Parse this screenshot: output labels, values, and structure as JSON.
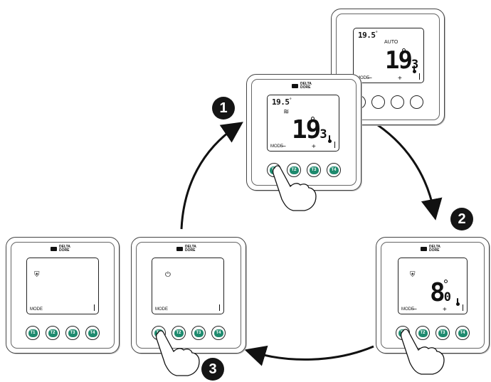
{
  "brand": {
    "line1": "DELTA",
    "line2": "DORE"
  },
  "screen_labels": {
    "mode": "MODE",
    "minus": "–",
    "plus": "+"
  },
  "buttons": [
    "T1",
    "T2",
    "T3",
    "T4"
  ],
  "steps": [
    "1",
    "2",
    "3"
  ],
  "back_unit": {
    "setpoint": "19.5",
    "setpoint_unit": "°",
    "mode_text": "AUTO",
    "temp_main": "19",
    "temp_small": "3"
  },
  "unit_step1": {
    "setpoint": "19.5",
    "setpoint_unit": "°",
    "temp_main": "19",
    "temp_small": "3",
    "icon": "comfort-wave-icon"
  },
  "unit_step2": {
    "temp_main": "8",
    "temp_small": "0",
    "icon": "frost-protection-icon"
  },
  "unit_step3": {
    "icon": "power-standby-icon"
  },
  "unit_final": {
    "icon": "shield-settings-icon"
  },
  "colors": {
    "button_fill": "#1e8a6e",
    "badge": "#151515"
  }
}
